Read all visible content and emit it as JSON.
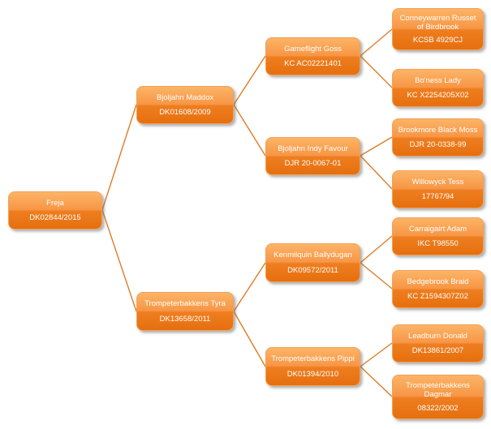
{
  "diagram": {
    "type": "pedigree-tree",
    "nodes": {
      "subject": {
        "name": "Freja",
        "reg": "DK02844/2015"
      },
      "sire": {
        "name": "Bjoljahn Maddox",
        "reg": "DK01608/2009"
      },
      "dam": {
        "name": "Trompeterbakkens Tyra",
        "reg": "DK13658/2011"
      },
      "sire_sire": {
        "name": "Gameflight Goss",
        "reg": "KC AC02221401"
      },
      "sire_dam": {
        "name": "Bjoljahn Indy Favour",
        "reg": "DJR 20-0067-01"
      },
      "dam_sire": {
        "name": "Kenmilquin Ballydugan",
        "reg": "DK09572/2011"
      },
      "dam_dam": {
        "name": "Trompeterbakkens Pippi",
        "reg": "DK01394/2010"
      },
      "sire_sire_sire": {
        "name": "Conneywarren Russet of Birdbrook",
        "reg": "KCSB 4929CJ"
      },
      "sire_sire_dam": {
        "name": "Bo'ness Lady",
        "reg": "KC X2254205X02"
      },
      "sire_dam_sire": {
        "name": "Brookmore Black Moss",
        "reg": "DJR 20-0338-99"
      },
      "sire_dam_dam": {
        "name": "Willowyck Tess",
        "reg": "17767/94"
      },
      "dam_sire_sire": {
        "name": "Carraigairt Adam",
        "reg": "IKC T98550"
      },
      "dam_sire_dam": {
        "name": "Bedgebrook Braid",
        "reg": "KC Z1594307Z02"
      },
      "dam_dam_sire": {
        "name": "Leadburn Donald",
        "reg": "DK13861/2007"
      },
      "dam_dam_dam": {
        "name": "Trompeterbakkens Dagmar",
        "reg": "08322/2002"
      }
    },
    "colors": {
      "box_gradient_top": "#FBAE63",
      "box_gradient_bottom": "#E66F0E",
      "box_border": "#F2A159",
      "connector": "#DD7D27",
      "text": "#FFFFFF",
      "background": "#FFFFFF"
    }
  }
}
